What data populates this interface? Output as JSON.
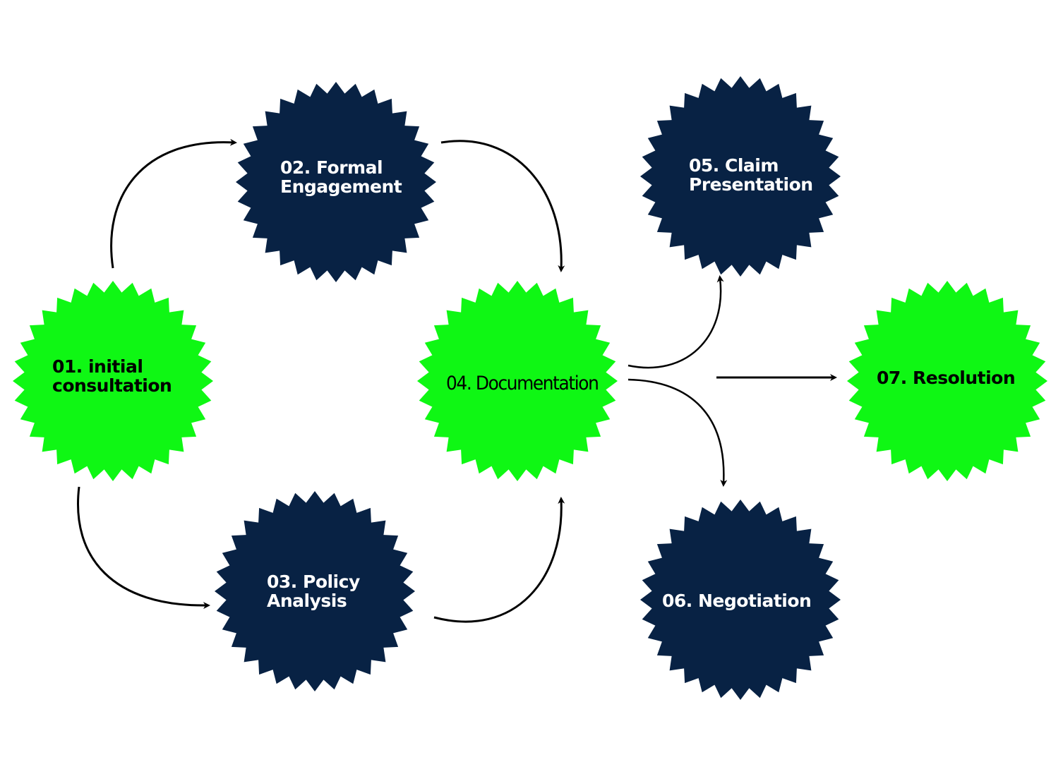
{
  "colors": {
    "green": "#0ff714",
    "navy": "#082244",
    "arrow": "#000000"
  },
  "steps": [
    {
      "id": "01",
      "lines": [
        "01. initial",
        "consultation"
      ],
      "color": "green"
    },
    {
      "id": "02",
      "lines": [
        "02. Formal",
        "Engagement"
      ],
      "color": "navy"
    },
    {
      "id": "03",
      "lines": [
        "03. Policy",
        "Analysis"
      ],
      "color": "navy"
    },
    {
      "id": "04",
      "lines": [
        "04. Documentation"
      ],
      "color": "green"
    },
    {
      "id": "05",
      "lines": [
        "05. Claim",
        "Presentation"
      ],
      "color": "navy"
    },
    {
      "id": "06",
      "lines": [
        "06. Negotiation"
      ],
      "color": "navy"
    },
    {
      "id": "07",
      "lines": [
        "07. Resolution"
      ],
      "color": "green"
    }
  ]
}
